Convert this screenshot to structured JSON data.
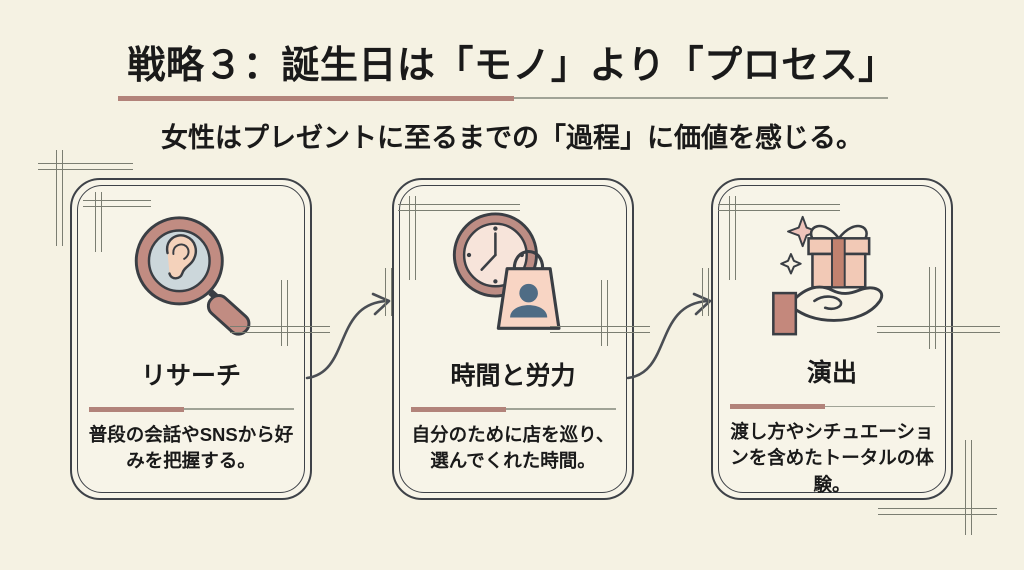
{
  "slide": {
    "title": "戦略３：誕生日は「モノ」より「プロセス」",
    "subtitle": "女性はプレゼントに至るまでの「過程」に価値を感じる。",
    "colors": {
      "background": "#f5f2e3",
      "card_background": "#f7f4e8",
      "accent": "#b2837a",
      "border": "#3e4248",
      "text": "#1a1a1a"
    }
  },
  "cards": [
    {
      "title": "リサーチ",
      "description": "普段の会話やSNSから好みを把握する。",
      "icon": "magnifier-ear-icon"
    },
    {
      "title": "時間と労力",
      "description": "自分のために店を巡り、選んでくれた時間。",
      "icon": "clock-shopping-bag-icon"
    },
    {
      "title": "演出",
      "description": "渡し方やシチュエーションを含めたトータルの体験。",
      "icon": "gift-in-hand-icon"
    }
  ]
}
